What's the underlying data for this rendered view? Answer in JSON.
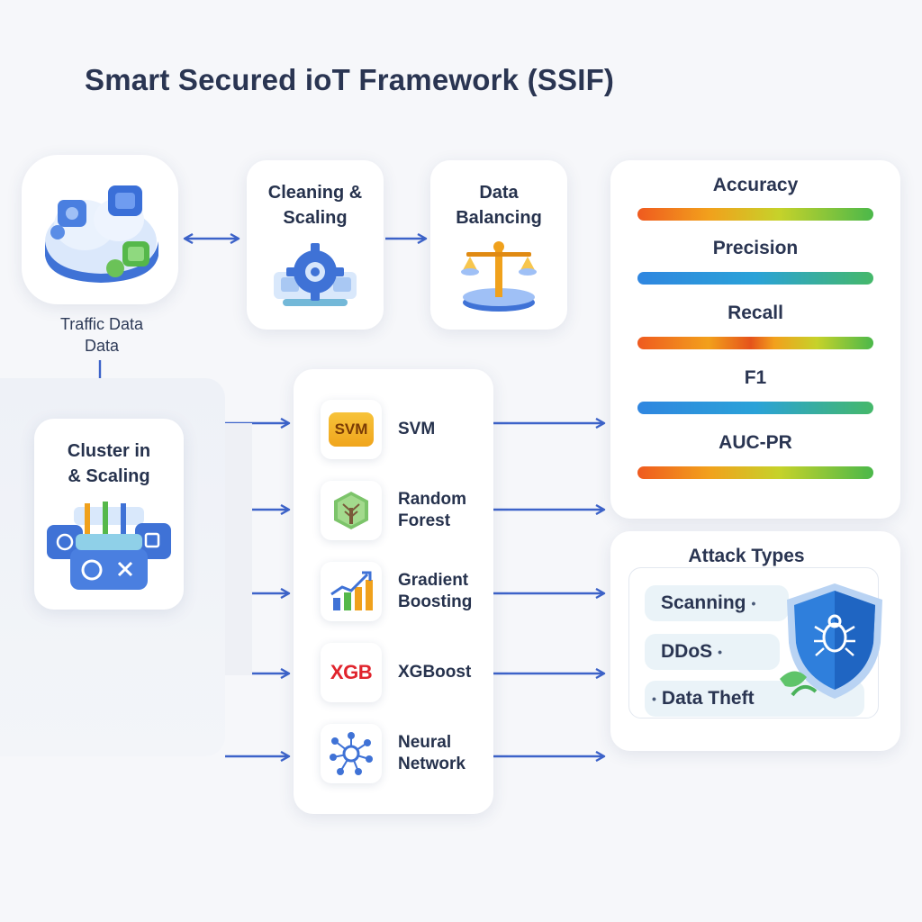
{
  "title": "Smart Secured ioT Framework (SSIF)",
  "source": {
    "label_line1": "Traffic Data",
    "label_line2": "Data",
    "icon": "cloud-devices-icon"
  },
  "preprocess": [
    {
      "label_line1": "Cleaning &",
      "label_line2": "Scaling",
      "icon": "gear-icon"
    },
    {
      "label_line1": "Data",
      "label_line2": "Balancing",
      "icon": "balance-scale-icon"
    }
  ],
  "cluster": {
    "label_line1": "Cluster in",
    "label_line2": "& Scaling",
    "icon": "cubes-icon"
  },
  "models": [
    {
      "name_line1": "SVM",
      "name_line2": "",
      "icon": "svm-icon",
      "icon_text": "SVM"
    },
    {
      "name_line1": "Random",
      "name_line2": "Forest",
      "icon": "tree-icon",
      "icon_text": ""
    },
    {
      "name_line1": "Gradient",
      "name_line2": "Boosting",
      "icon": "bar-chart-icon",
      "icon_text": ""
    },
    {
      "name_line1": "XGBoost",
      "name_line2": "",
      "icon": "xgb-icon",
      "icon_text": "XGB"
    },
    {
      "name_line1": "Neural",
      "name_line2": "Network",
      "icon": "neural-network-icon",
      "icon_text": ""
    }
  ],
  "metrics": [
    {
      "label": "Accuracy"
    },
    {
      "label": "Precision"
    },
    {
      "label": "Recall"
    },
    {
      "label": "F1"
    },
    {
      "label": "AUC-PR"
    }
  ],
  "attacks": {
    "title": "Attack Types",
    "items": [
      "Scanning",
      "DDoS",
      "Data Theft"
    ],
    "icon": "shield-bug-icon"
  },
  "colors": {
    "arrow": "#3d63c9",
    "accent_blue": "#3b7bdc"
  }
}
